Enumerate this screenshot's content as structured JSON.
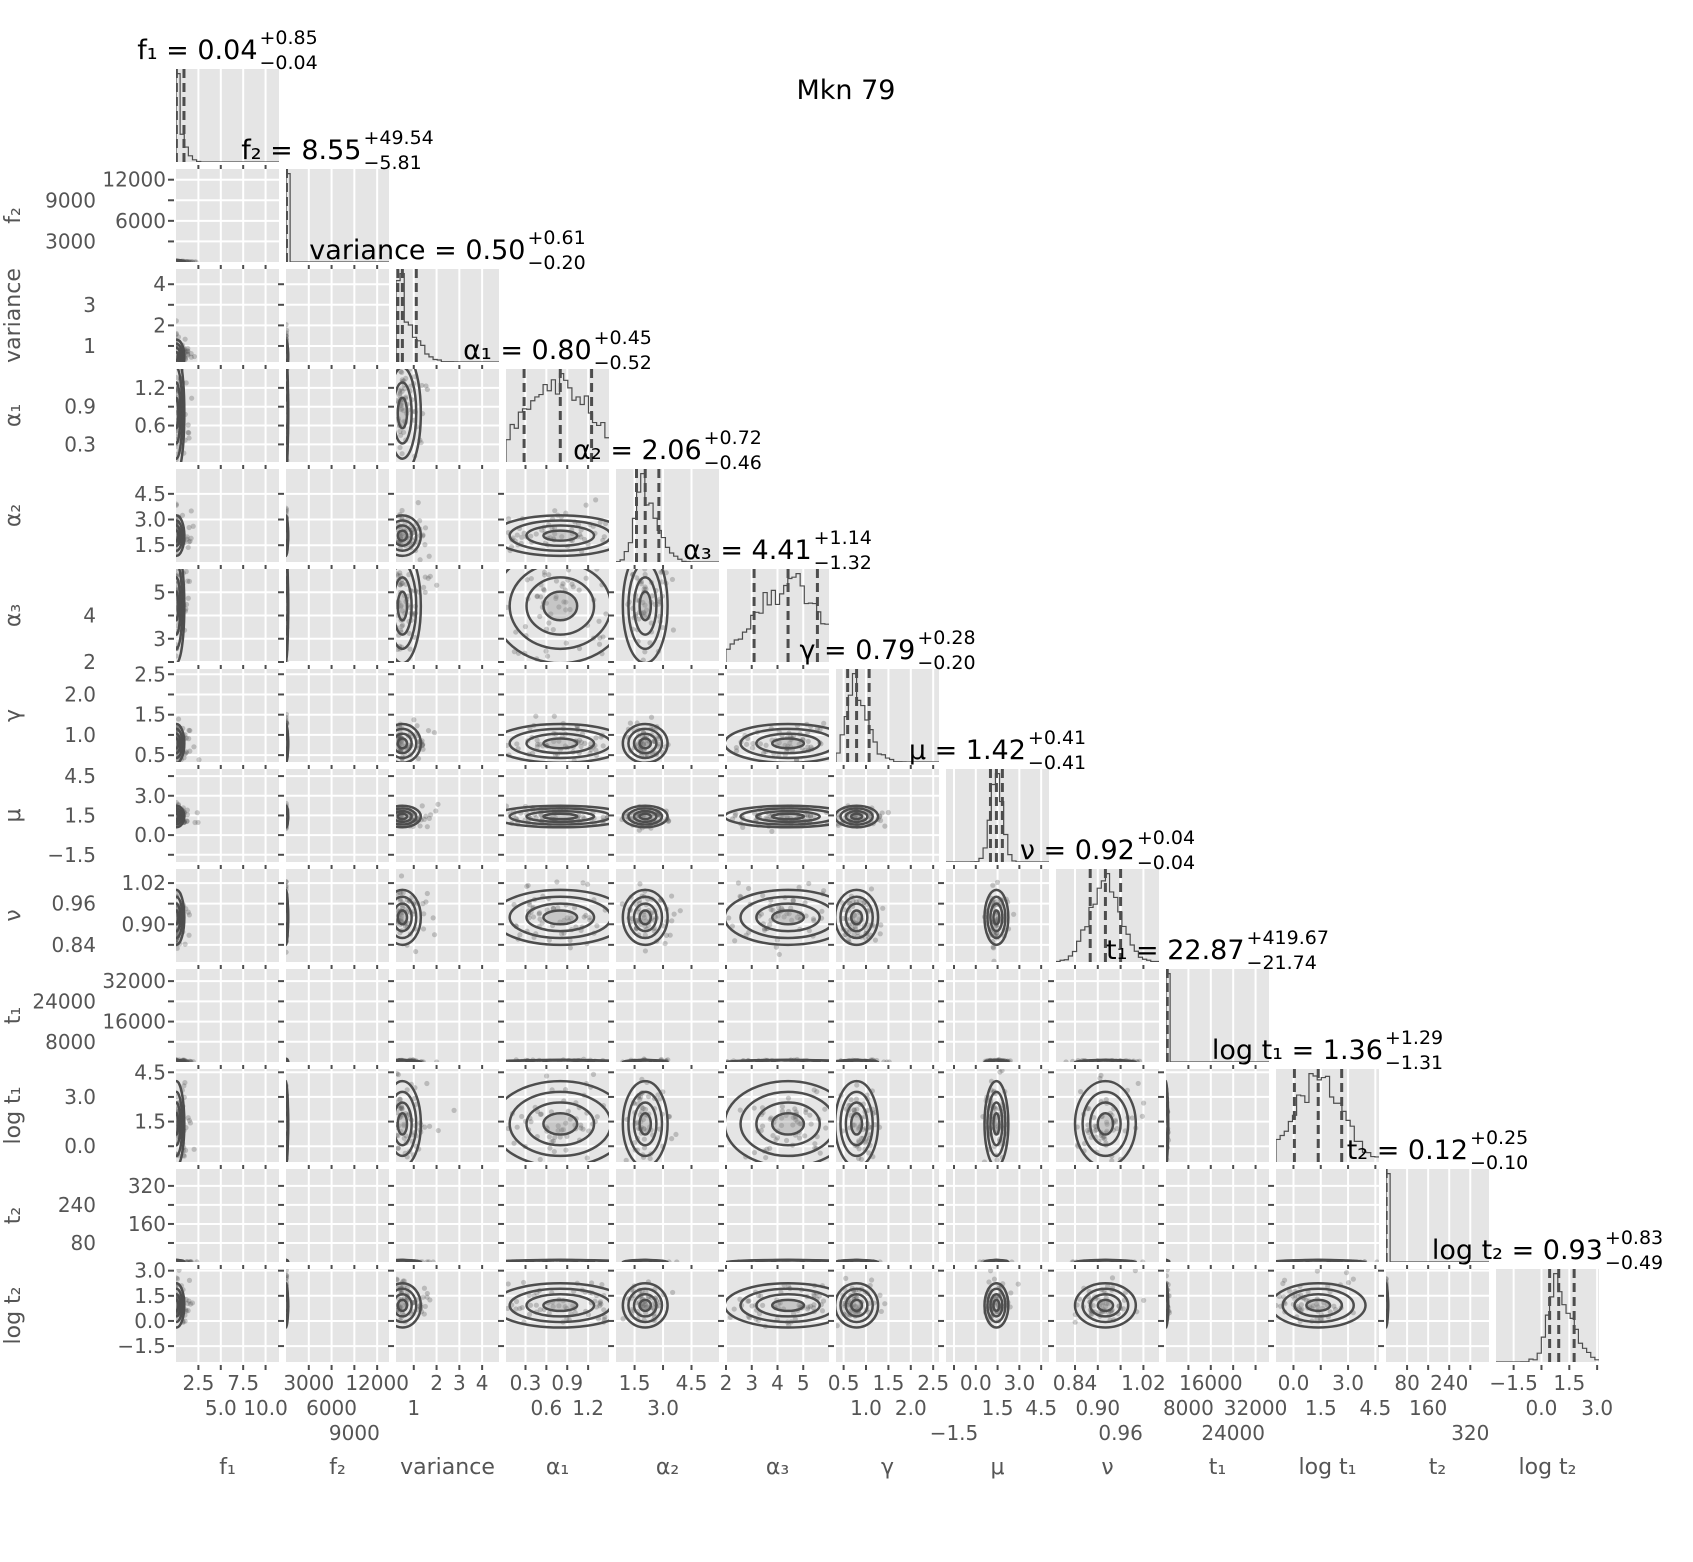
{
  "chart_data": {
    "type": "corner",
    "title": "Mkn 79",
    "grid": true,
    "colors": {
      "panel_bg": "#e5e5e5",
      "grid": "#ffffff",
      "ink": "#4d4d4d",
      "tick_text": "#555555"
    },
    "parameters": [
      {
        "label": "f₁",
        "title_main": "f₁ = 0.04",
        "title_plus": "+0.85",
        "title_minus": "−0.04",
        "median": 0.04,
        "plus": 0.85,
        "minus": 0.04,
        "range": [
          0,
          11.5
        ],
        "ticks": [
          2.5,
          5.0,
          7.5,
          10.0
        ],
        "tick_labels": [
          "2.5",
          "5.0",
          "7.5",
          "10.0"
        ]
      },
      {
        "label": "f₂",
        "title_main": "f₂ = 8.55",
        "title_plus": "+49.54",
        "title_minus": "−5.81",
        "median": 8.55,
        "plus": 49.54,
        "minus": 5.81,
        "range": [
          0,
          13560
        ],
        "ticks": [
          3000,
          6000,
          9000,
          12000
        ],
        "tick_labels": [
          "3000",
          "6000",
          "9000",
          "12000"
        ]
      },
      {
        "label": "variance",
        "title_main": "variance = 0.50",
        "title_plus": "+0.61",
        "title_minus": "−0.20",
        "median": 0.5,
        "plus": 0.61,
        "minus": 0.2,
        "range": [
          0.22,
          4.74
        ],
        "ticks": [
          1,
          2,
          3,
          4
        ],
        "tick_labels": [
          "1",
          "2",
          "3",
          "4"
        ]
      },
      {
        "label": "α₁",
        "title_main": "α₁ = 0.80",
        "title_plus": "+0.45",
        "title_minus": "−0.52",
        "median": 0.8,
        "plus": 0.45,
        "minus": 0.52,
        "range": [
          0.02,
          1.5
        ],
        "ticks": [
          0.3,
          0.6,
          0.9,
          1.2
        ],
        "tick_labels": [
          "0.3",
          "0.6",
          "0.9",
          "1.2"
        ]
      },
      {
        "label": "α₂",
        "title_main": "α₂ = 2.06",
        "title_plus": "+0.72",
        "title_minus": "−0.46",
        "median": 2.06,
        "plus": 0.72,
        "minus": 0.46,
        "range": [
          0.52,
          5.95
        ],
        "ticks": [
          1.5,
          3.0,
          4.5
        ],
        "tick_labels": [
          "1.5",
          "3.0",
          "4.5"
        ]
      },
      {
        "label": "α₃",
        "title_main": "α₃ = 4.41",
        "title_plus": "+1.14",
        "title_minus": "−1.32",
        "median": 4.41,
        "plus": 1.14,
        "minus": 1.32,
        "range": [
          2.0,
          6.0
        ],
        "ticks": [
          2,
          3,
          4,
          5
        ],
        "tick_labels": [
          "2",
          "3",
          "4",
          "5"
        ]
      },
      {
        "label": "γ",
        "title_main": "γ = 0.79",
        "title_plus": "+0.28",
        "title_minus": "−0.20",
        "median": 0.79,
        "plus": 0.28,
        "minus": 0.2,
        "range": [
          0.33,
          2.63
        ],
        "ticks": [
          0.5,
          1.0,
          1.5,
          2.0,
          2.5
        ],
        "tick_labels": [
          "0.5",
          "1.0",
          "1.5",
          "2.0",
          "2.5"
        ]
      },
      {
        "label": "μ",
        "title_main": "μ = 1.42",
        "title_plus": "+0.41",
        "title_minus": "−0.41",
        "median": 1.42,
        "plus": 0.41,
        "minus": 0.41,
        "range": [
          -2.05,
          5.04
        ],
        "ticks": [
          -1.5,
          0.0,
          1.5,
          3.0,
          4.5
        ],
        "tick_labels": [
          "−1.5",
          "0.0",
          "1.5",
          "3.0",
          "4.5"
        ]
      },
      {
        "label": "ν",
        "title_main": "ν = 0.92",
        "title_plus": "+0.04",
        "title_minus": "−0.04",
        "median": 0.92,
        "plus": 0.04,
        "minus": 0.04,
        "range": [
          0.79,
          1.061
        ],
        "ticks": [
          0.84,
          0.9,
          0.96,
          1.02
        ],
        "tick_labels": [
          "0.84",
          "0.90",
          "0.96",
          "1.02"
        ]
      },
      {
        "label": "t₁",
        "title_main": "t₁ = 22.87",
        "title_plus": "+419.67",
        "title_minus": "−21.74",
        "median": 22.87,
        "plus": 419.67,
        "minus": 21.74,
        "range": [
          0,
          36800
        ],
        "ticks": [
          8000,
          16000,
          24000,
          32000
        ],
        "tick_labels": [
          "8000",
          "16000",
          "24000",
          "32000"
        ]
      },
      {
        "label": "log t₁",
        "title_main": "log t₁ = 1.36",
        "title_plus": "+1.29",
        "title_minus": "−1.31",
        "median": 1.36,
        "plus": 1.29,
        "minus": 1.31,
        "range": [
          -0.96,
          4.7
        ],
        "ticks": [
          0.0,
          1.5,
          3.0,
          4.5
        ],
        "tick_labels": [
          "0.0",
          "1.5",
          "3.0",
          "4.5"
        ]
      },
      {
        "label": "t₂",
        "title_main": "t₂ = 0.12",
        "title_plus": "+0.25",
        "title_minus": "−0.10",
        "median": 0.12,
        "plus": 0.25,
        "minus": 0.1,
        "range": [
          0,
          391
        ],
        "ticks": [
          80,
          160,
          240,
          320
        ],
        "tick_labels": [
          "80",
          "160",
          "240",
          "320"
        ]
      },
      {
        "label": "log t₂",
        "title_main": "log t₂ = 0.93",
        "title_plus": "+0.83",
        "title_minus": "−0.49",
        "median": 0.93,
        "plus": 0.83,
        "minus": 0.49,
        "range": [
          -2.45,
          3.1
        ],
        "ticks": [
          -1.5,
          0.0,
          1.5,
          3.0
        ],
        "tick_labels": [
          "−1.5",
          "0.0",
          "1.5",
          "3.0"
        ]
      }
    ]
  }
}
